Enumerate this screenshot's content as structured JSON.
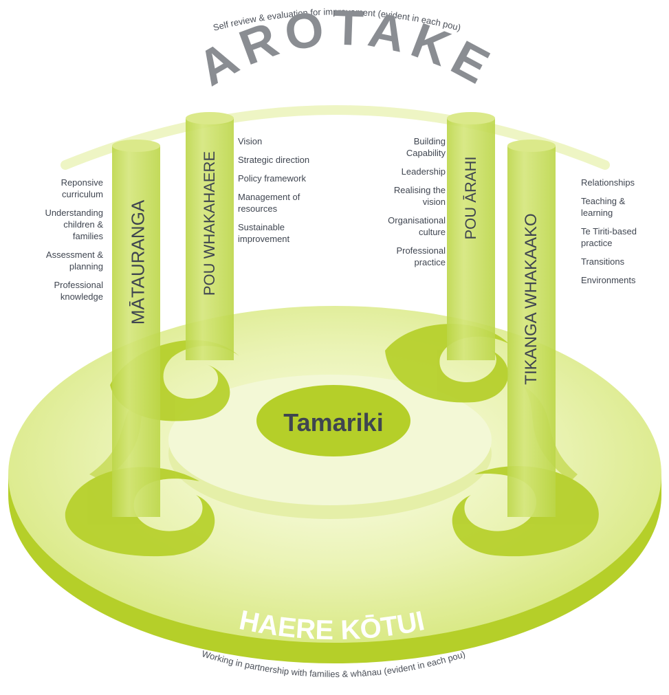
{
  "arotake": {
    "title": "AROTAKE",
    "subtitle": "Self review & evaluation for improvement (evident in each pou)"
  },
  "haere_kotui": {
    "title": "HAERE KŌTUI",
    "subtitle": "Working in partnership with families & whānau (evident in each pou)"
  },
  "center": {
    "label": "Tamariki"
  },
  "pillars": [
    {
      "name": "MĀTAURANGA",
      "items": [
        "Reponsive curriculum",
        "Understanding children & families",
        "Assessment & planning",
        "Professional knowledge"
      ]
    },
    {
      "name": "POU WHAKAHAERE",
      "items": [
        "Vision",
        "Strategic direction",
        "Policy framework",
        "Management of resources",
        "Sustainable improvement"
      ]
    },
    {
      "name": "POU ĀRAHI",
      "items": [
        "Building Capability",
        "Leadership",
        "Realising the vision",
        "Organisational culture",
        "Professional practice"
      ]
    },
    {
      "name": "TIKANGA WHAKAAKO",
      "items": [
        "Relationships",
        "Teaching & learning",
        "Te Tiriti-based practice",
        "Transitions",
        "Environments"
      ]
    }
  ],
  "colors": {
    "lime": "#b5cf29",
    "lime_light": "#dbe98a",
    "lime_pale": "#eef5c4",
    "pillar": "#c9de63",
    "text_dark": "#3f4550",
    "arotake_grey": "#8a8d92"
  }
}
